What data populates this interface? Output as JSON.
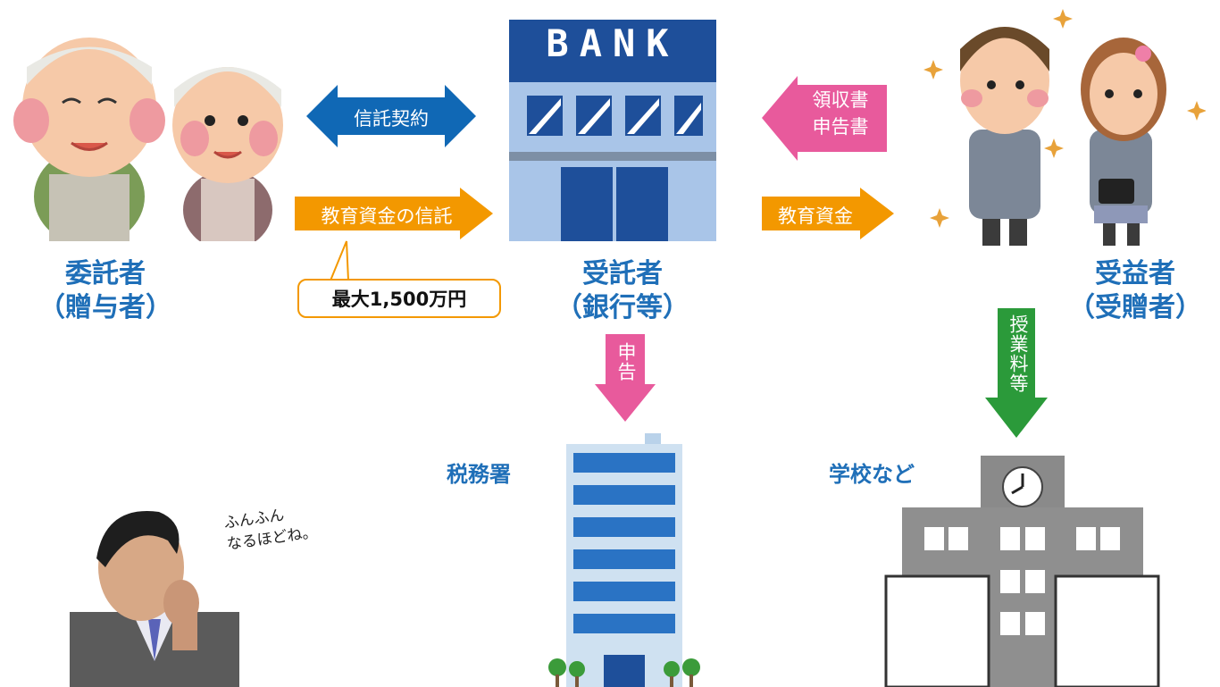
{
  "roles": {
    "settlor": {
      "title": "委託者",
      "subtitle": "（贈与者）"
    },
    "trustee": {
      "title": "受託者",
      "subtitle": "（銀行等）"
    },
    "beneficiary": {
      "title": "受益者",
      "subtitle": "（受贈者）"
    }
  },
  "bank_sign": "BANK",
  "arrows": {
    "trust_contract": "信託契約",
    "education_trust": "教育資金の信託",
    "receipts": {
      "line1": "領収書",
      "line2": "申告書"
    },
    "education_funds": "教育資金",
    "declaration": "申告",
    "tuition": "授業料等"
  },
  "amount_note": "最大1,500万円",
  "places": {
    "tax_office": "税務署",
    "school": "学校など"
  },
  "thought_bubble": {
    "line1": "ふんふん",
    "line2": "なるほどね。"
  },
  "colors": {
    "blue_title": "#1f6fb8",
    "blue_arrow": "#1068b5",
    "orange_arrow": "#f39800",
    "pink_arrow": "#e85a9c",
    "green_arrow": "#2b9a3a"
  }
}
